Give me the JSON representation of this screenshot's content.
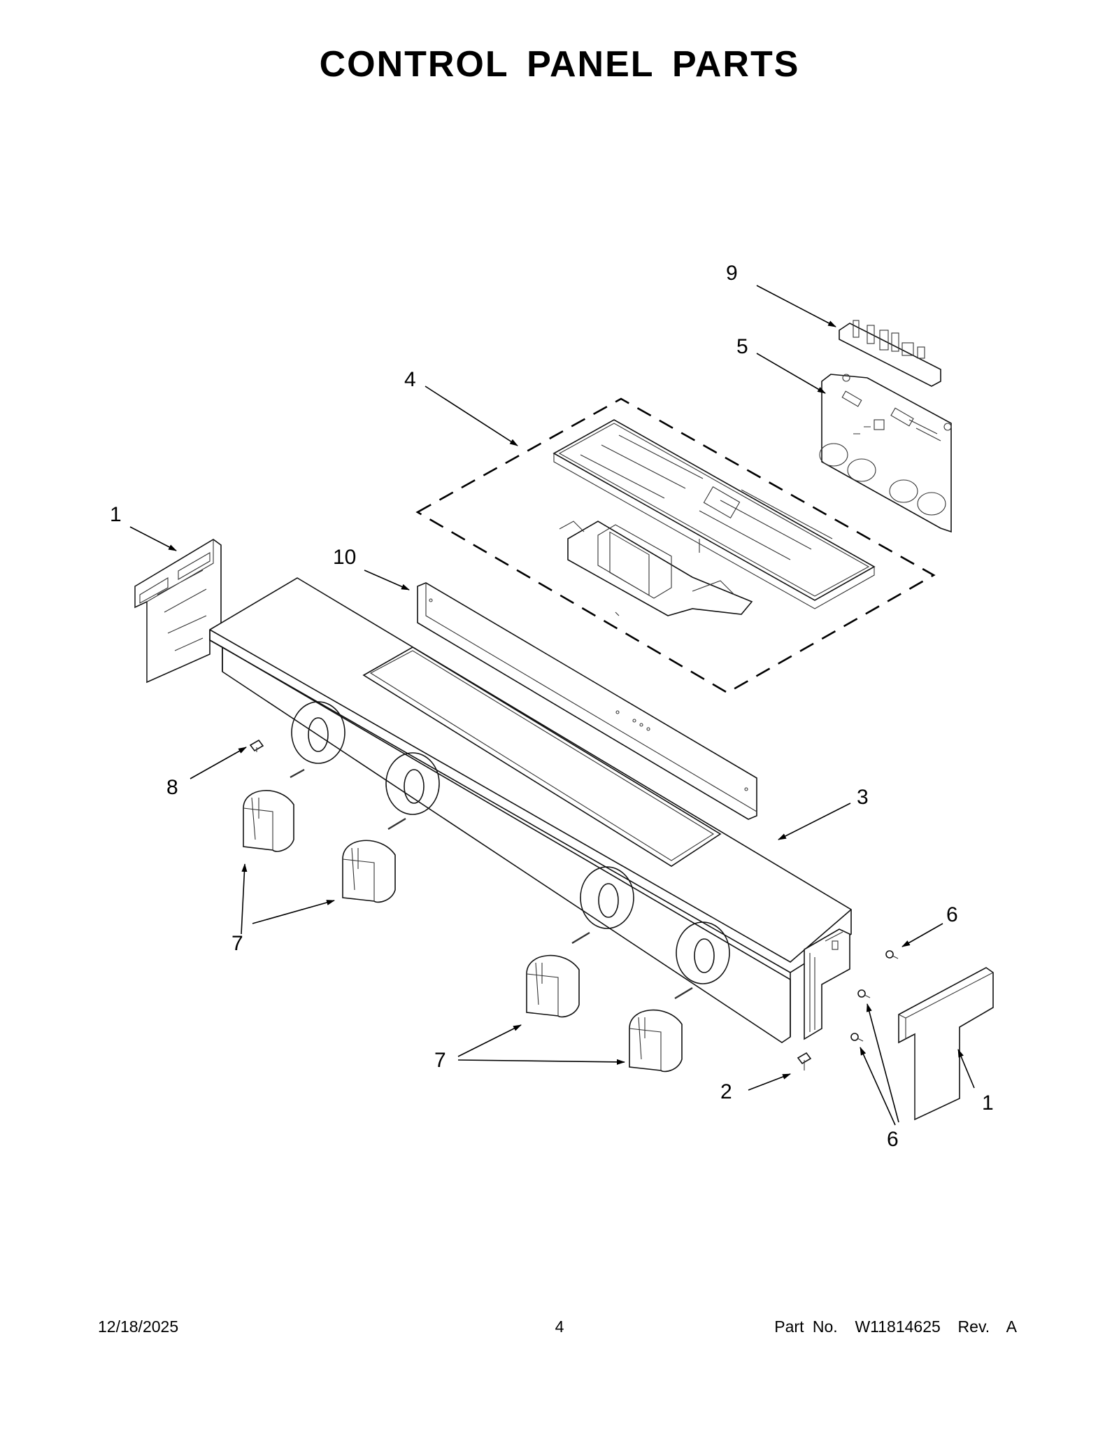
{
  "title": "CONTROL PANEL PARTS",
  "callouts": {
    "c1a": "1",
    "c1b": "1",
    "c2": "2",
    "c3": "3",
    "c4": "4",
    "c5": "5",
    "c6a": "6",
    "c6b": "6",
    "c7a": "7",
    "c7b": "7",
    "c8": "8",
    "c9": "9",
    "c10": "10"
  },
  "footer": {
    "date": "12/18/2025",
    "page": "4",
    "part": "Part No.  W11814625  Rev.  A"
  }
}
